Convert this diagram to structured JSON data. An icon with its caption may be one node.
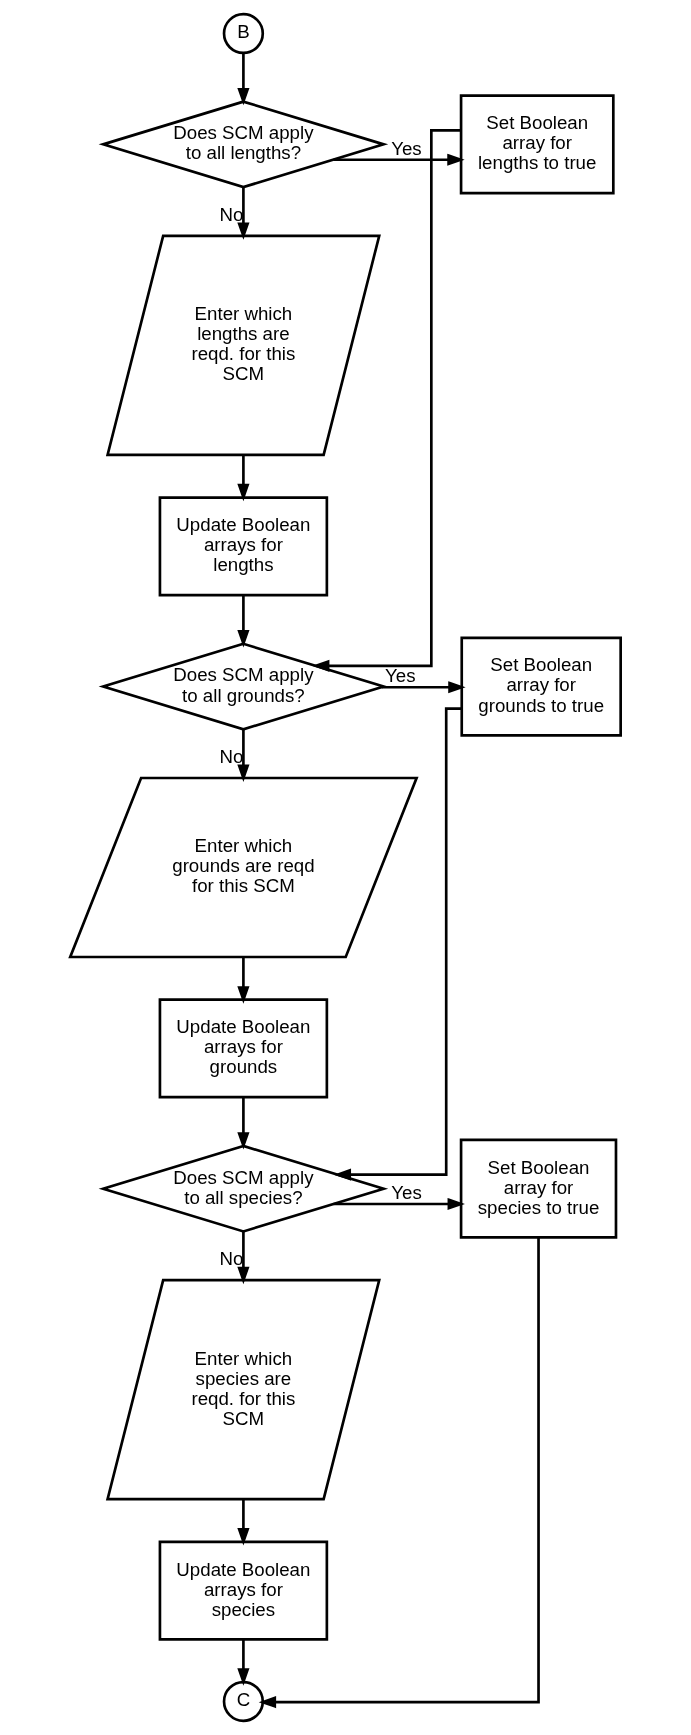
{
  "diagram": {
    "nodes": [
      {
        "text": [
          "B"
        ]
      },
      {
        "text": [
          "Does SCM apply to all lengths?"
        ]
      },
      {
        "text": [
          "Set Boolean array for lengths to true"
        ]
      },
      {
        "text": [
          "Enter which lengths are reqd. for this SCM"
        ]
      },
      {
        "text": [
          "Update Boolean arrays for lengths"
        ]
      },
      {
        "text": [
          "Does SCM apply to all grounds?"
        ]
      },
      {
        "text": [
          "Set Boolean array for grounds to true"
        ]
      },
      {
        "text": [
          "Enter which grounds are reqd for this SCM"
        ]
      },
      {
        "text": [
          "Update Boolean arrays for grounds"
        ]
      },
      {
        "text": [
          "Does SCM apply to all species?"
        ]
      },
      {
        "text": [
          "Set Boolean array for species to true"
        ]
      },
      {
        "text": [
          "Enter which species are reqd. for this SCM"
        ]
      },
      {
        "text": [
          "Update Boolean arrays for species"
        ]
      },
      {
        "text": [
          "C"
        ]
      }
    ],
    "edges": [
      {
        "from": 0,
        "to": 1,
        "arrow": "to"
      },
      {
        "from": 1,
        "to": 2,
        "arrow": "to",
        "label": "Yes"
      },
      {
        "from": 1,
        "to": 3,
        "arrow": "to",
        "label": "No"
      },
      {
        "from": 3,
        "to": 4,
        "arrow": "to"
      },
      {
        "from": 4,
        "to": 5,
        "arrow": "to"
      },
      {
        "from": 2,
        "to": 5,
        "arrow": "to"
      },
      {
        "from": 5,
        "to": 6,
        "arrow": "to",
        "label": "Yes"
      },
      {
        "from": 5,
        "to": 7,
        "arrow": "to",
        "label": "No"
      },
      {
        "from": 7,
        "to": 8,
        "arrow": "to"
      },
      {
        "from": 8,
        "to": 9,
        "arrow": "to"
      },
      {
        "from": 6,
        "to": 9,
        "arrow": "to"
      },
      {
        "from": 9,
        "to": 10,
        "arrow": "to",
        "label": "Yes"
      },
      {
        "from": 9,
        "to": 11,
        "arrow": "to",
        "label": "No"
      },
      {
        "from": 11,
        "to": 12,
        "arrow": "to"
      },
      {
        "from": 12,
        "to": 13,
        "arrow": "to"
      },
      {
        "from": 10,
        "to": 13,
        "arrow": "to"
      }
    ]
  }
}
